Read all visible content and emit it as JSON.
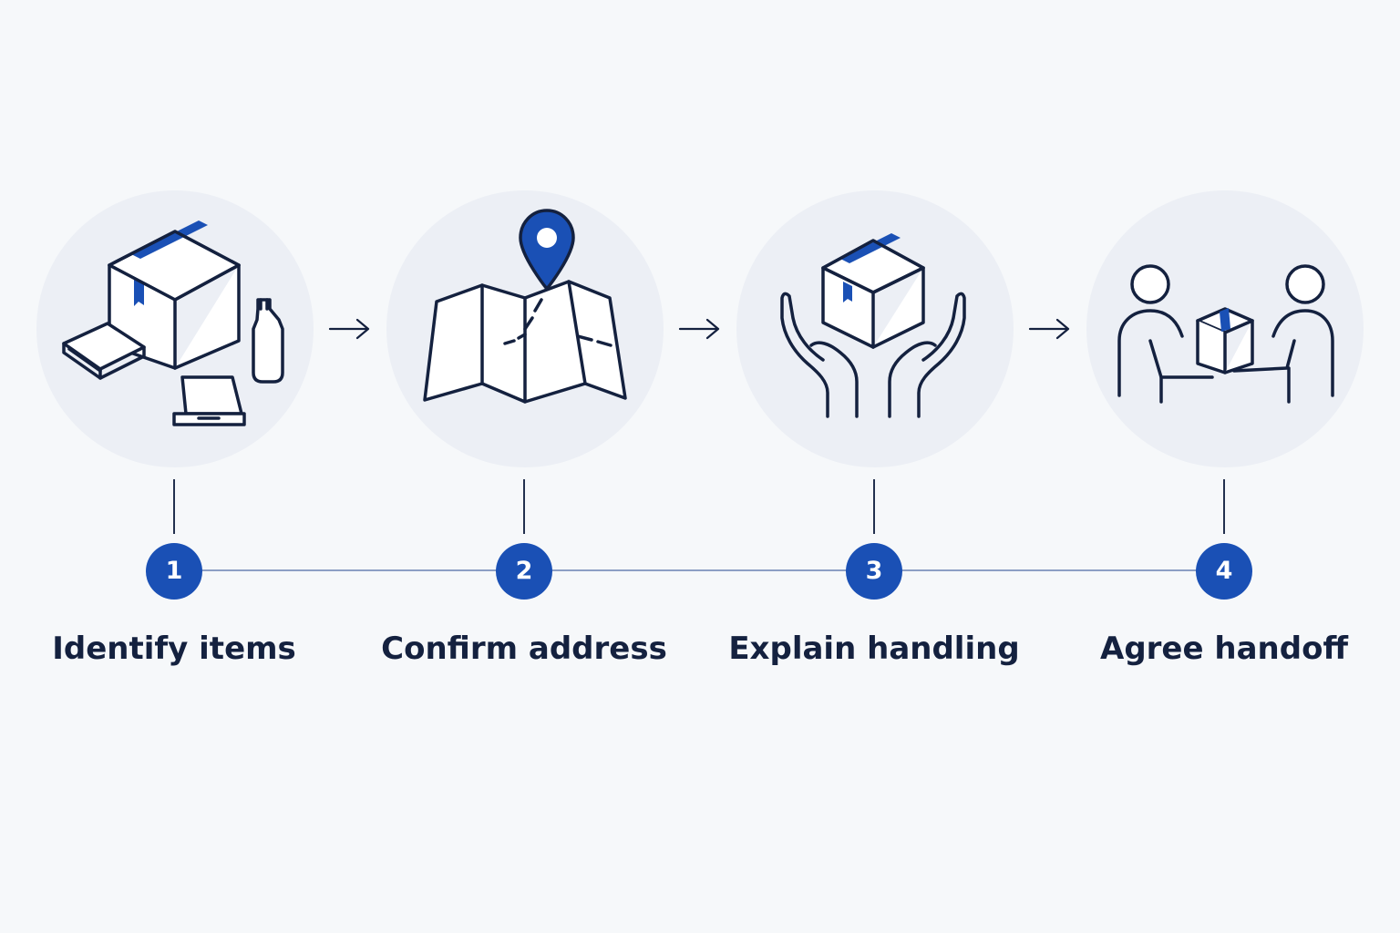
{
  "colors": {
    "background": "#f6f8fa",
    "circle_fill": "#eceff5",
    "line_art": "#14213f",
    "accent": "#1a50b5",
    "connector": "#8d9fc4"
  },
  "steps": [
    {
      "number": "1",
      "label": "Identify items",
      "icon": "packages-and-items-icon"
    },
    {
      "number": "2",
      "label": "Confirm address",
      "icon": "map-pin-icon"
    },
    {
      "number": "3",
      "label": "Explain handling",
      "icon": "hands-holding-box-icon"
    },
    {
      "number": "4",
      "label": "Agree handoff",
      "icon": "package-handoff-icon"
    }
  ]
}
